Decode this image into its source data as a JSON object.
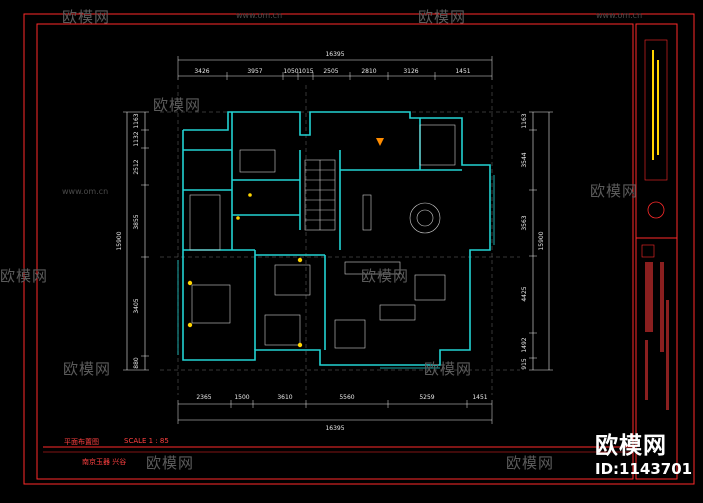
{
  "drawing": {
    "title": "平面布置图",
    "scale": "SCALE 1 : 85",
    "subtitle": "南京玉器  兴谷"
  },
  "dimensions": {
    "top_total": "16395",
    "top_segments": [
      "3426",
      "3957",
      "1050",
      "1015",
      "2505",
      "2810",
      "3126",
      "1451"
    ],
    "bottom_segments": [
      "2365",
      "1500",
      "3610",
      "5560",
      "5259",
      "1451"
    ],
    "bottom_total": "16395",
    "left_segments": [
      "1163",
      "1132",
      "2512",
      "3855",
      "3405",
      "880"
    ],
    "left_total": "15900",
    "right_segments": [
      "1163",
      "3544",
      "3563",
      "4425",
      "1492",
      "915"
    ],
    "right_total": "15900"
  },
  "watermark": {
    "brand": "欧模网",
    "url": "www.om.cn",
    "id_label": "ID:1143701"
  },
  "colors": {
    "background": "#000000",
    "frame": "#ff2a2a",
    "walls": "#22d3d3",
    "dimension": "#e8e8e8",
    "furniture": "#cfcfcf",
    "accent": "#ff8c00"
  }
}
